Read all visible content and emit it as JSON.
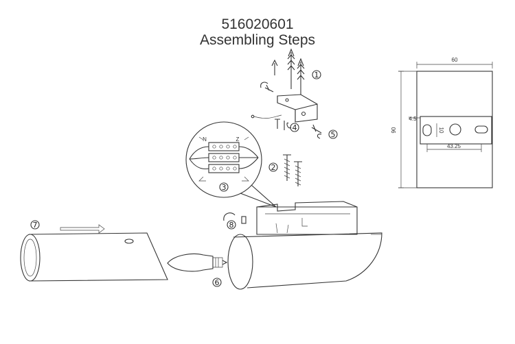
{
  "header": {
    "model_code": "516020601",
    "subtitle": "Assembling Steps"
  },
  "steps": [
    {
      "num": "1",
      "glyph": "①"
    },
    {
      "num": "2",
      "glyph": "②"
    },
    {
      "num": "3",
      "glyph": "③"
    },
    {
      "num": "4",
      "glyph": "④"
    },
    {
      "num": "5",
      "glyph": "⑤"
    },
    {
      "num": "6",
      "glyph": "⑥"
    },
    {
      "num": "7",
      "glyph": "⑦"
    },
    {
      "num": "8",
      "glyph": "⑧"
    }
  ],
  "dimensions": {
    "width": "60",
    "height": "90",
    "offset": "4.5",
    "slot": "10",
    "spacing": "43.25"
  },
  "terminal_labels": {
    "left": "N",
    "right": "Z"
  }
}
